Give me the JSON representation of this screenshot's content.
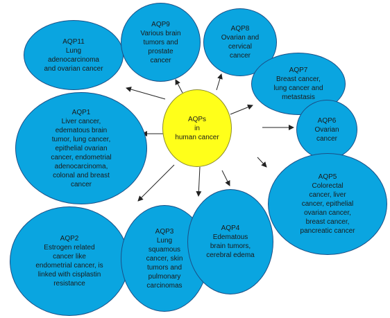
{
  "center": {
    "lines": [
      "AQPs",
      "in",
      "human cancer"
    ]
  },
  "nodes": {
    "aqp11": {
      "lines": [
        "AQP11",
        "Lung",
        "adenocarcinoma",
        "and ovarian cancer"
      ]
    },
    "aqp9": {
      "lines": [
        "AQP9",
        "Various brain",
        "tumors and",
        "prostate",
        "cancer"
      ]
    },
    "aqp8": {
      "lines": [
        "AQP8",
        "Ovarian and",
        "cervical",
        "cancer"
      ]
    },
    "aqp7": {
      "lines": [
        "AQP7",
        "Breast cancer,",
        "lung cancer and",
        "metastasis"
      ]
    },
    "aqp6": {
      "lines": [
        "AQP6",
        "Ovarian",
        "cancer"
      ]
    },
    "aqp1": {
      "lines": [
        "AQP1",
        "Liver cancer,",
        "edematous brain",
        "tumor, lung cancer,",
        "epithelial ovarian",
        "cancer, endometrial",
        "adenocarcinoma,",
        "colonal and breast",
        "cancer"
      ]
    },
    "aqp5": {
      "lines": [
        "AQP5",
        "Colorectal",
        "cancer, liver",
        "cancer, epithelial",
        "ovarian cancer,",
        "breast cancer,",
        "pancreatic cancer"
      ]
    },
    "aqp2": {
      "lines": [
        "AQP2",
        "Estrogen related",
        "cancer like",
        "endometrial cancer, is",
        "linked with cisplastin",
        "resistance"
      ]
    },
    "aqp3": {
      "lines": [
        "AQP3",
        "Lung",
        "squamous",
        "cancer, skin",
        "tumors and",
        "pulmonary",
        "carcinomas"
      ]
    },
    "aqp4": {
      "lines": [
        "AQP4",
        "Edematous",
        "brain tumors,",
        "cerebral edema"
      ]
    }
  },
  "colors": {
    "node_fill": "#0aa5e0",
    "node_border": "#1b4f86",
    "center_fill": "#ffff1a",
    "arrow": "#222222"
  }
}
